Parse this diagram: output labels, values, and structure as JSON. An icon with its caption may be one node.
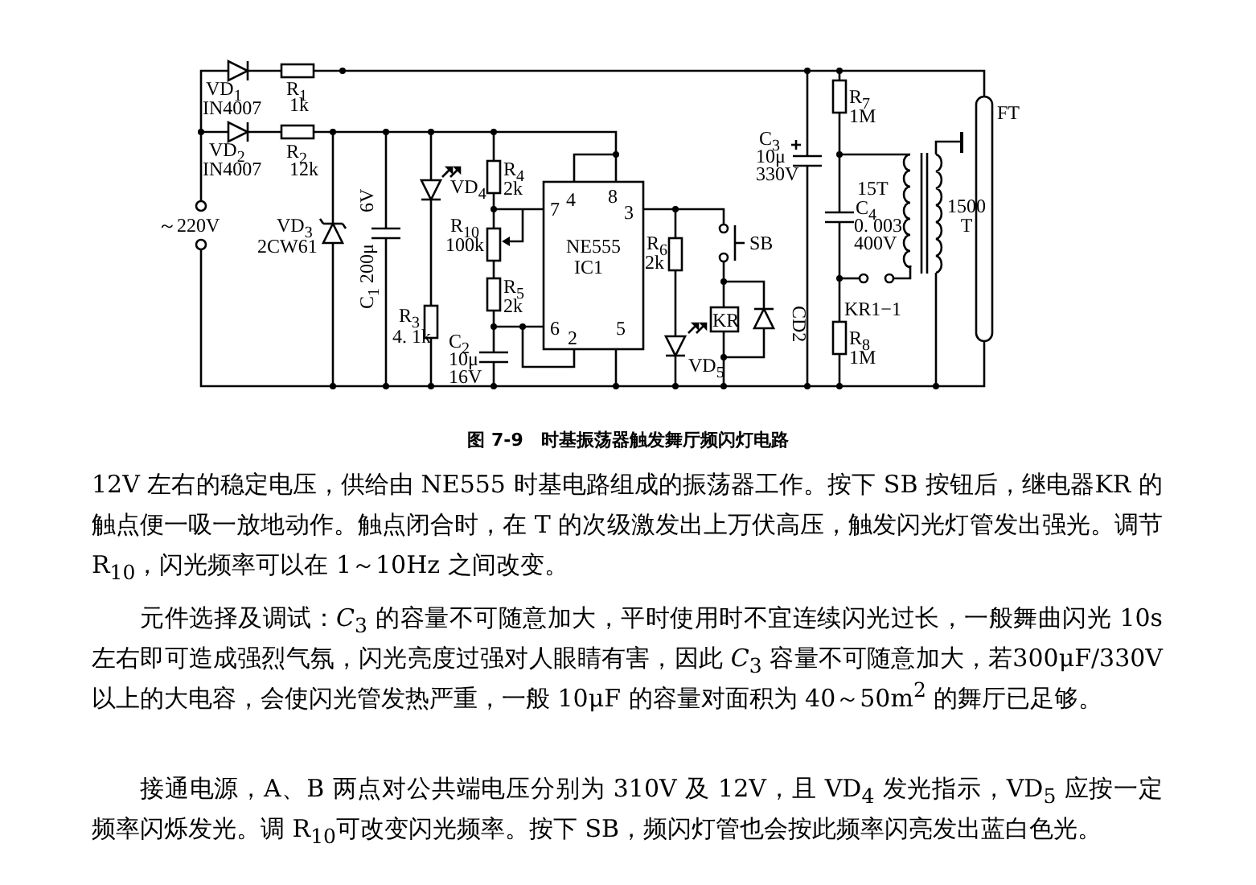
{
  "diagram": {
    "caption": "图 7-9　时基振荡器触发舞厅频闪灯电路",
    "labels": [
      "VD$_{1}$",
      "IN4007",
      "R$_{1}$",
      "1k",
      "VD$_{2}$",
      "IN4007",
      "R$_{2}$",
      "12k",
      "～220V",
      "VD$_{3}$",
      "2CW61",
      "C$_{1}$ 200μ",
      "6V",
      "R$_{3}$",
      "4. 1k",
      "VD$_{4}$",
      "R$_{4}$",
      "2k",
      "R$_{10}$",
      "100k",
      "7",
      "4",
      "8",
      "3",
      "NE555",
      "IC1",
      "R$_{5}$",
      "2k",
      "C$_{2}$",
      "10μ",
      "16V",
      "6",
      "2",
      "5",
      "R$_{6}$",
      "2k",
      "SB",
      "KR",
      "CD2",
      "VD$_{5}$",
      "C$_{3}$",
      "10μ",
      "330V",
      "R$_{7}$",
      "1M",
      "15T",
      "C$_{4}$",
      "0. 003",
      "400V",
      "KR1−1",
      "R$_{8}$",
      "1M",
      "1500 T",
      "FT",
      "12V 左右的稳定电压，供给由 NE555 时基电路组成的振荡器工作。按下 SB 按钮后，继电器KR 的触点便一吸一放地动作。触点闭合时，在 T 的次级激发出上万伏高压，触发闪光灯管发出强光。调节 R$_{10}$，闪光频率可以在 1～10Hz 之间改变。",
      "元件选择及调试：*C*$_{3}$ 的容量不可随意加大，平时使用时不宜连续闪光过长，一般舞曲闪光 10s 左右即可造成强烈气氛，闪光亮度过强对人眼睛有害，因此 *C*$_{3}$ 容量不可随意加大，若300μF/330V 以上的大电容，会使闪光管发热严重，一般 10μF 的容量对面积为 40～50m$^{2}$ 的舞厅已足够。",
      "接通电源，A、B 两点对公共端电压分别为 310V 及 12V，且 VD$_{4}$ 发光指示，VD$_{5}$ 应按一定频率闪烁发光。调 R$_{10}$可改变闪光频率。按下 SB，频闪灯管也会按此频率闪亮发出蓝白色光。"
    ]
  }
}
